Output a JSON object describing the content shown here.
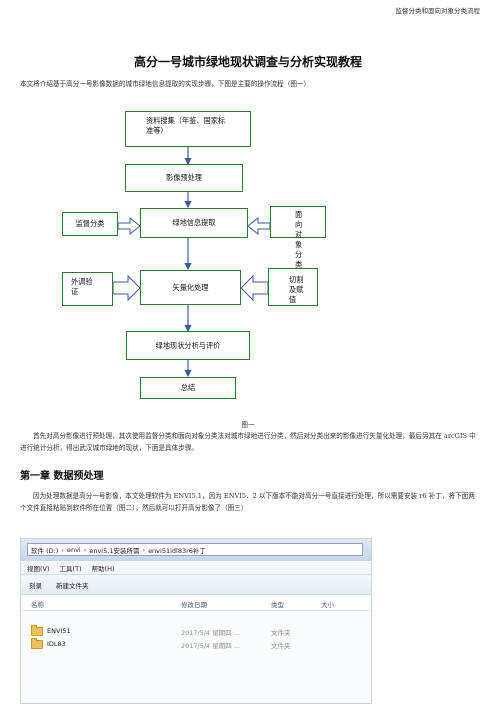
{
  "header_note": "监督分类和面向对象分类流程",
  "title": "高分一号城市绿地现状调查与分析实现教程",
  "intro": "本文将介绍基于高分一号影像数据的城市绿地信息提取的实现步骤，下图是主要的操作流程（图一）",
  "flowchart": {
    "box1": "资料搜集（年鉴、国家标准等）",
    "box2": "影像预处理",
    "box3": "绿地信息提取",
    "box4": "矢量化处理",
    "box5": "绿地现状分析与评价",
    "box6": "总结",
    "left1": "监督分类",
    "right1": "面向对象分类",
    "left2": "外调验证",
    "right2": "切割及赋值"
  },
  "caption": "图一",
  "para2": "首先对高分影像进行预处理，其次使用监督分类和面向对象分类法对城市绿地进行分类，然后对分类出来的影像进行矢量化处理，最后另其在 arcGIS 中进行统计分析，得出武汉城市绿地的现状，下面是具体步骤。",
  "chapter": "第一章  数据预处理",
  "para3": "因为处理数据是高分一号影像，本文处理软件为 ENVI5.1，因为 ENVI5．2 以下版本不能对高分一号直接进行处理，所以需要安装 r6 补丁，将下面两个文件直接粘贴到软件所在位置（图二），然后就可以打开高分影像了（图三）",
  "explorer": {
    "path": [
      "软件 (D:)",
      "envi",
      "envi5.1安装所需",
      "envi51idl83r6补丁"
    ],
    "menu": [
      "视图(V)",
      "工具(T)",
      "帮助(H)"
    ],
    "toolbar": [
      "刻录",
      "新建文件夹"
    ],
    "columns": [
      "名称",
      "修改日期",
      "类型",
      "大小"
    ],
    "files": [
      {
        "name": "ENVI51",
        "date": "2017/5/4 星期四 ...",
        "type": "文件夹",
        "size": ""
      },
      {
        "name": "IDL83",
        "date": "2017/5/4 星期四 ...",
        "type": "文件夹",
        "size": ""
      }
    ]
  }
}
